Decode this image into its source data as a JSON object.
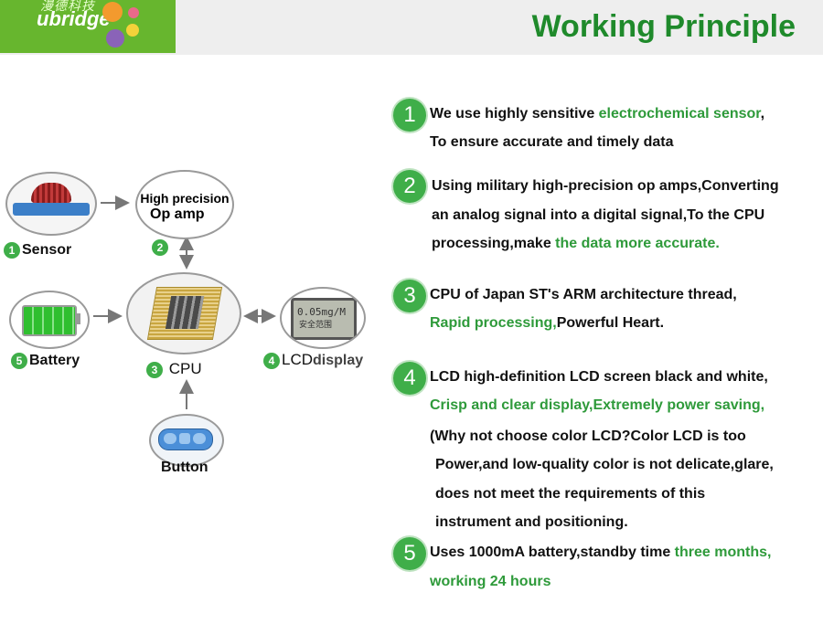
{
  "header": {
    "logo_text": "ubridge",
    "logo_cn": "漫德科技",
    "title": "Working Principle"
  },
  "diagram": {
    "sensor_label": "Sensor",
    "sensor_num": "1",
    "opamp_label_line1": "High precision",
    "opamp_label_line2": "Op amp",
    "opamp_num": "2",
    "cpu_label": "CPU",
    "cpu_num": "3",
    "lcd_label_prefix": "LCD",
    "lcd_label_suffix": "display",
    "lcd_num": "4",
    "lcd_screen_line1": "0.05mg/M",
    "lcd_screen_line2": "安全范围",
    "battery_label": "Battery",
    "battery_num": "5",
    "button_label": "Button"
  },
  "steps": [
    {
      "num": "1",
      "l1a": "We use highly sensitive ",
      "l1b": "electrochemical sensor",
      "l1c": ",",
      "l2": "To ensure accurate and timely data"
    },
    {
      "num": "2",
      "l1": "Using military high-precision op amps,Converting",
      "l2": "an analog signal into a digital signal,To the CPU",
      "l3a": "processing,make ",
      "l3b": "the data more accurate."
    },
    {
      "num": "3",
      "l1": "CPU of Japan ST's ARM architecture thread,",
      "l2a": "Rapid processing,",
      "l2b": "Powerful Heart."
    },
    {
      "num": "4",
      "l1": "LCD high-definition LCD screen black and white,",
      "l2": "Crisp and clear display,Extremely power saving,",
      "l3": "(Why not choose color LCD?Color LCD is too",
      "l4": "Power,and low-quality color is not delicate,glare,",
      "l5": "does not meet the requirements of this",
      "l6": "instrument and positioning."
    },
    {
      "num": "5",
      "l1a": "Uses 1000mA battery,standby time ",
      "l1b": "three months,",
      "l2": "working 24 hours"
    }
  ],
  "colors": {
    "accent_green": "#2e9a3a",
    "badge_green": "#3fae49",
    "logo_green": "#67b62e"
  }
}
